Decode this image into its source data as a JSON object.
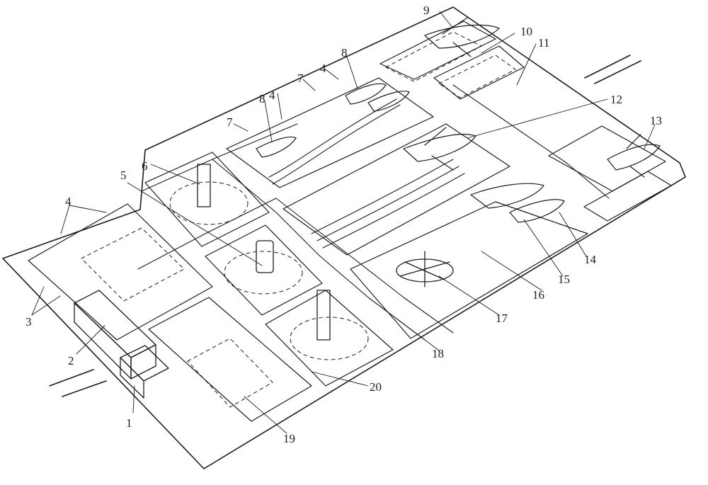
{
  "diagram": {
    "callouts": [
      {
        "id": "c1",
        "text": "1"
      },
      {
        "id": "c2",
        "text": "2"
      },
      {
        "id": "c3",
        "text": "3"
      },
      {
        "id": "c4a",
        "text": "4"
      },
      {
        "id": "c4b",
        "text": "4"
      },
      {
        "id": "c4c",
        "text": "4"
      },
      {
        "id": "c5",
        "text": "5"
      },
      {
        "id": "c6",
        "text": "6"
      },
      {
        "id": "c7a",
        "text": "7"
      },
      {
        "id": "c7b",
        "text": "7"
      },
      {
        "id": "c8a",
        "text": "8"
      },
      {
        "id": "c8b",
        "text": "8"
      },
      {
        "id": "c9",
        "text": "9"
      },
      {
        "id": "c10",
        "text": "10"
      },
      {
        "id": "c11",
        "text": "11"
      },
      {
        "id": "c12",
        "text": "12"
      },
      {
        "id": "c13",
        "text": "13"
      },
      {
        "id": "c14",
        "text": "14"
      },
      {
        "id": "c15",
        "text": "15"
      },
      {
        "id": "c16",
        "text": "16"
      },
      {
        "id": "c17",
        "text": "17"
      },
      {
        "id": "c18",
        "text": "18"
      },
      {
        "id": "c19",
        "text": "19"
      },
      {
        "id": "c20",
        "text": "20"
      }
    ],
    "colors": {
      "ink": "#1c1c1c",
      "paper": "#ffffff"
    }
  }
}
